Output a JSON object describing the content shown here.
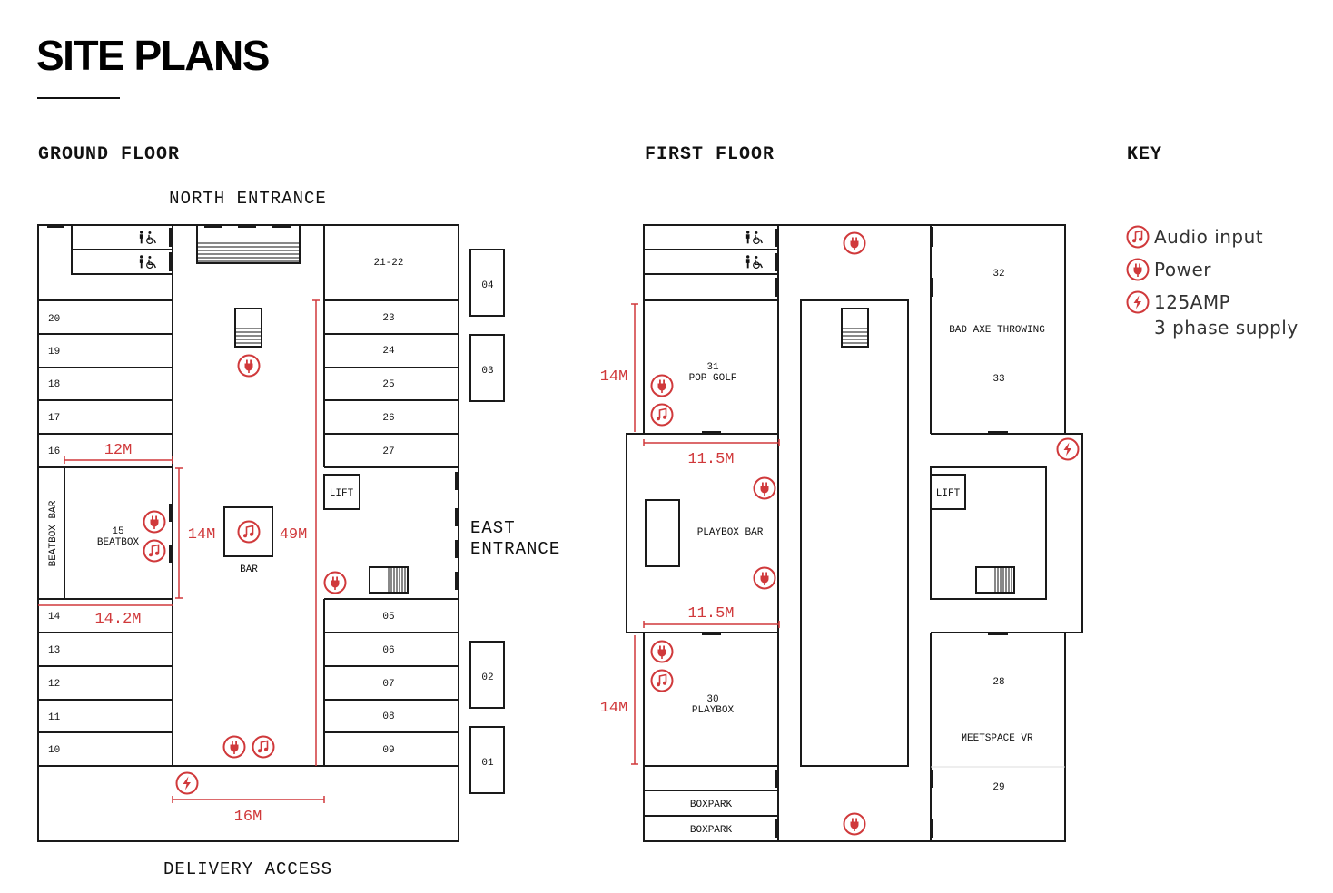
{
  "title": "SITE PLANS",
  "colors": {
    "accent": "#d0393b",
    "line": "#1a1a1a"
  },
  "ground_floor": {
    "heading": "GROUND FLOOR",
    "north_entrance": "NORTH ENTRANCE",
    "east_entrance": [
      "EAST",
      "ENTRANCE"
    ],
    "delivery_access": "DELIVERY ACCESS",
    "left_units": [
      "20",
      "19",
      "18",
      "17",
      "16",
      "14",
      "13",
      "12",
      "11",
      "10"
    ],
    "beatbox": {
      "number": "15",
      "name": "BEATBOX",
      "bar": "BEATBOX BAR"
    },
    "bar": "BAR",
    "right_units": [
      "21-22",
      "23",
      "24",
      "25",
      "26",
      "27",
      "05",
      "06",
      "07",
      "08",
      "09"
    ],
    "lift": "LIFT",
    "kiosks": [
      "04",
      "03",
      "02",
      "01"
    ],
    "dimensions": {
      "d12": "12M",
      "d14": "14M",
      "d49": "49M",
      "d142": "14.2M",
      "d16": "16M"
    }
  },
  "first_floor": {
    "heading": "FIRST FLOOR",
    "pop_golf": {
      "number": "31",
      "name": "POP GOLF"
    },
    "playbox_bar": "PLAYBOX BAR",
    "playbox": {
      "number": "30",
      "name": "PLAYBOX"
    },
    "boxpark": [
      "BOXPARK",
      "BOXPARK"
    ],
    "right_units": {
      "u32": "32",
      "axe": "BAD AXE THROWING",
      "u33": "33",
      "u28": "28",
      "vr": "MEETSPACE VR",
      "u29": "29"
    },
    "lift": "LIFT",
    "dimensions": {
      "top14": "14M",
      "top115": "11.5M",
      "bot115": "11.5M",
      "bot14": "14M"
    }
  },
  "key": {
    "heading": "KEY",
    "items": [
      {
        "icon": "audio-icon",
        "label": "Audio input"
      },
      {
        "icon": "power-icon",
        "label": "Power"
      },
      {
        "icon": "bolt-icon",
        "label": "125AMP",
        "sub": "3 phase supply"
      }
    ]
  }
}
